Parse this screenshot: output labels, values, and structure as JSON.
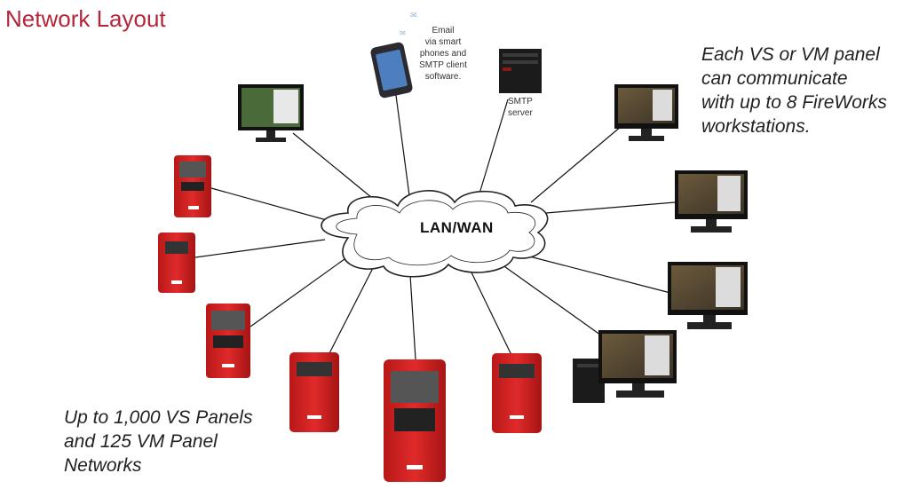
{
  "title": "Network Layout",
  "network_label": "LAN/WAN",
  "email_label": [
    "Email",
    "via smart",
    "phones and",
    "SMTP client",
    "software."
  ],
  "smtp_label": [
    "SMTP",
    "server"
  ],
  "right_caption": [
    "Each VS or VM panel",
    "can communicate",
    "with up to 8 FireWorks",
    "workstations."
  ],
  "left_caption": [
    "Up to 1,000 VS Panels",
    "and 125 VM Panel",
    "Networks"
  ],
  "colors": {
    "title": "#b3263a",
    "panel_red": "#d42020",
    "cloud_outline": "#222222"
  }
}
